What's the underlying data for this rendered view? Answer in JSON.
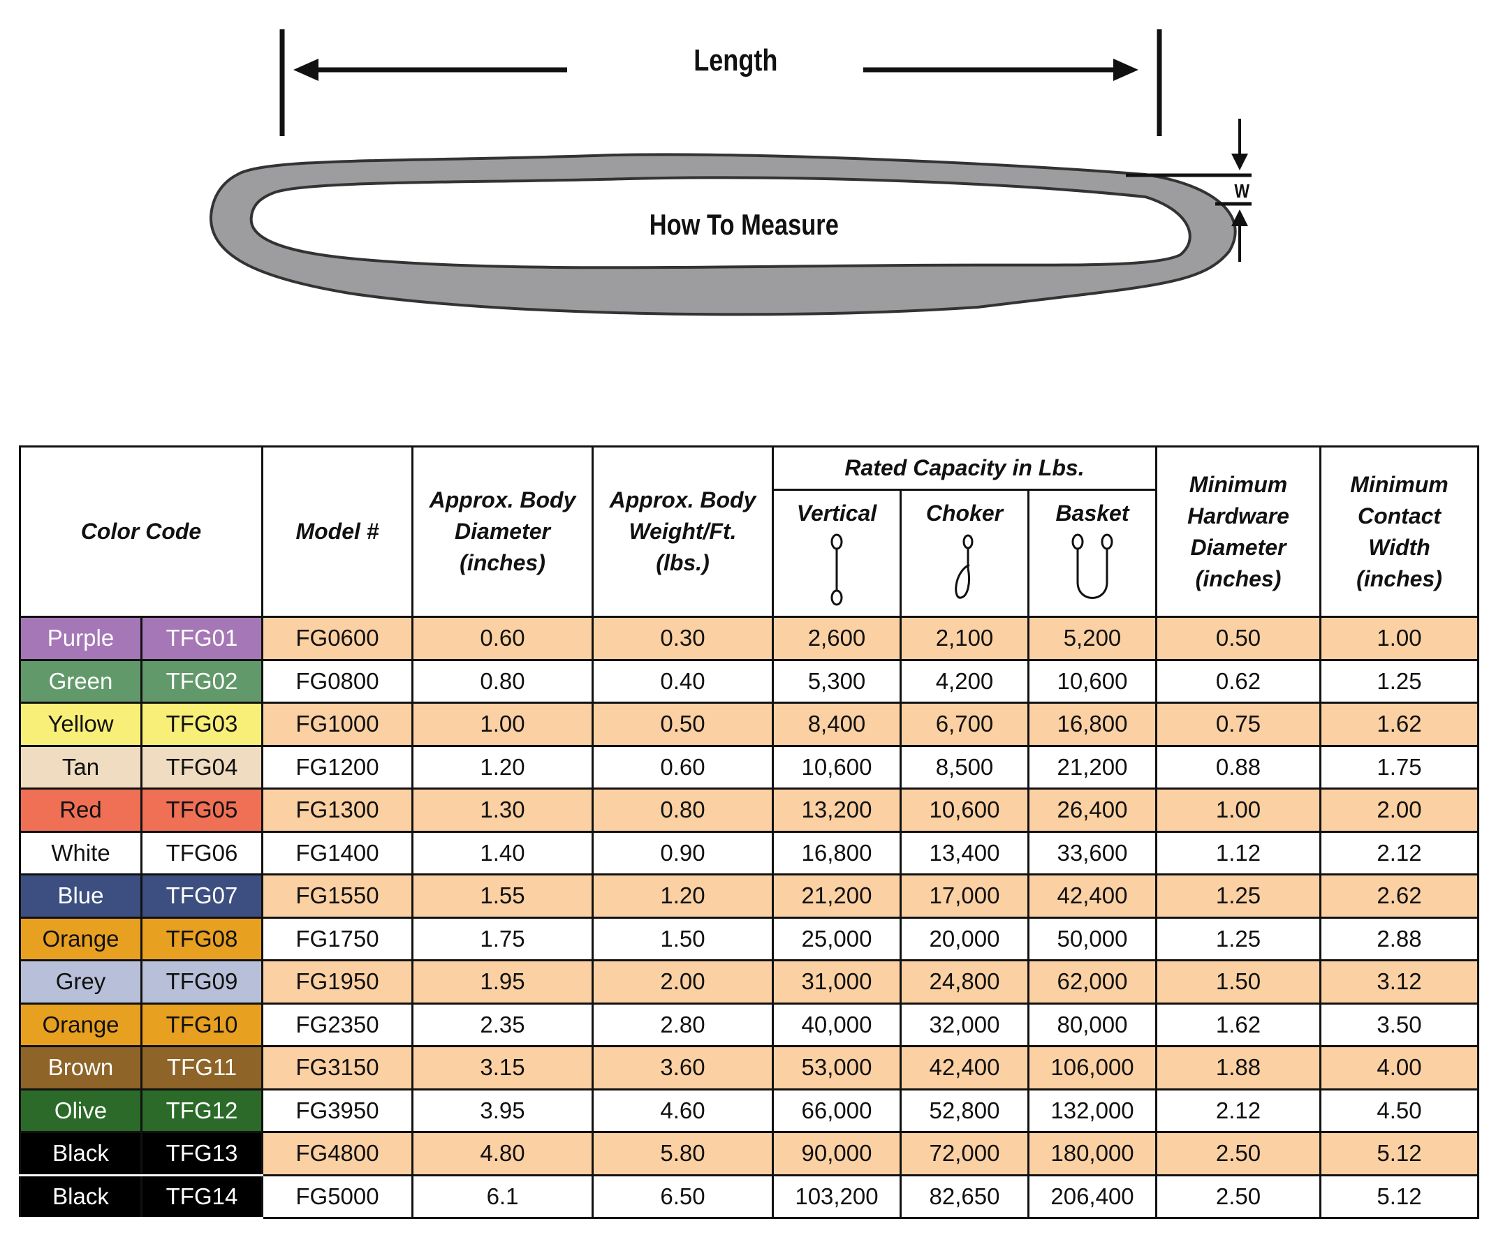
{
  "diagram": {
    "length_label": "Length",
    "title": "How To Measure",
    "width_label": "W"
  },
  "table": {
    "headers": {
      "color_code": "Color Code",
      "model": "Model #",
      "diameter": "Approx. Body Diameter (inches)",
      "weight": "Approx. Body Weight/Ft. (lbs.)",
      "rated": "Rated Capacity in Lbs.",
      "vertical": "Vertical",
      "choker": "Choker",
      "basket": "Basket",
      "hardware": "Minimum Hardware Diameter (inches)",
      "contact": "Minimum Contact Width (inches)"
    },
    "rows": [
      {
        "color": "Purple",
        "code": "TFG01",
        "hex": "#a577b6",
        "text": "#fff",
        "model": "FG0600",
        "dia": "0.60",
        "wt": "0.30",
        "v": "2,600",
        "c": "2,100",
        "b": "5,200",
        "hw": "0.50",
        "cw": "1.00"
      },
      {
        "color": "Green",
        "code": "TFG02",
        "hex": "#62996a",
        "text": "#fff",
        "model": "FG0800",
        "dia": "0.80",
        "wt": "0.40",
        "v": "5,300",
        "c": "4,200",
        "b": "10,600",
        "hw": "0.62",
        "cw": "1.25"
      },
      {
        "color": "Yellow",
        "code": "TFG03",
        "hex": "#f8ef78",
        "text": "#111",
        "model": "FG1000",
        "dia": "1.00",
        "wt": "0.50",
        "v": "8,400",
        "c": "6,700",
        "b": "16,800",
        "hw": "0.75",
        "cw": "1.62"
      },
      {
        "color": "Tan",
        "code": "TFG04",
        "hex": "#f0dcc0",
        "text": "#111",
        "model": "FG1200",
        "dia": "1.20",
        "wt": "0.60",
        "v": "10,600",
        "c": "8,500",
        "b": "21,200",
        "hw": "0.88",
        "cw": "1.75"
      },
      {
        "color": "Red",
        "code": "TFG05",
        "hex": "#f07056",
        "text": "#111",
        "model": "FG1300",
        "dia": "1.30",
        "wt": "0.80",
        "v": "13,200",
        "c": "10,600",
        "b": "26,400",
        "hw": "1.00",
        "cw": "2.00"
      },
      {
        "color": "White",
        "code": "TFG06",
        "hex": "#ffffff",
        "text": "#111",
        "model": "FG1400",
        "dia": "1.40",
        "wt": "0.90",
        "v": "16,800",
        "c": "13,400",
        "b": "33,600",
        "hw": "1.12",
        "cw": "2.12"
      },
      {
        "color": "Blue",
        "code": "TFG07",
        "hex": "#3d4f80",
        "text": "#fff",
        "model": "FG1550",
        "dia": "1.55",
        "wt": "1.20",
        "v": "21,200",
        "c": "17,000",
        "b": "42,400",
        "hw": "1.25",
        "cw": "2.62"
      },
      {
        "color": "Orange",
        "code": "TFG08",
        "hex": "#e8a020",
        "text": "#111",
        "model": "FG1750",
        "dia": "1.75",
        "wt": "1.50",
        "v": "25,000",
        "c": "20,000",
        "b": "50,000",
        "hw": "1.25",
        "cw": "2.88"
      },
      {
        "color": "Grey",
        "code": "TFG09",
        "hex": "#b8bfd8",
        "text": "#111",
        "model": "FG1950",
        "dia": "1.95",
        "wt": "2.00",
        "v": "31,000",
        "c": "24,800",
        "b": "62,000",
        "hw": "1.50",
        "cw": "3.12"
      },
      {
        "color": "Orange",
        "code": "TFG10",
        "hex": "#e8a020",
        "text": "#111",
        "model": "FG2350",
        "dia": "2.35",
        "wt": "2.80",
        "v": "40,000",
        "c": "32,000",
        "b": "80,000",
        "hw": "1.62",
        "cw": "3.50"
      },
      {
        "color": "Brown",
        "code": "TFG11",
        "hex": "#8e6428",
        "text": "#fff",
        "model": "FG3150",
        "dia": "3.15",
        "wt": "3.60",
        "v": "53,000",
        "c": "42,400",
        "b": "106,000",
        "hw": "1.88",
        "cw": "4.00"
      },
      {
        "color": "Olive",
        "code": "TFG12",
        "hex": "#2b6a28",
        "text": "#fff",
        "model": "FG3950",
        "dia": "3.95",
        "wt": "4.60",
        "v": "66,000",
        "c": "52,800",
        "b": "132,000",
        "hw": "2.12",
        "cw": "4.50"
      },
      {
        "color": "Black",
        "code": "TFG13",
        "hex": "#000000",
        "text": "#fff",
        "model": "FG4800",
        "dia": "4.80",
        "wt": "5.80",
        "v": "90,000",
        "c": "72,000",
        "b": "180,000",
        "hw": "2.50",
        "cw": "5.12"
      },
      {
        "color": "Black",
        "code": "TFG14",
        "hex": "#000000",
        "text": "#fff",
        "model": "FG5000",
        "dia": "6.1",
        "wt": "6.50",
        "v": "103,200",
        "c": "82,650",
        "b": "206,400",
        "hw": "2.50",
        "cw": "5.12"
      }
    ]
  }
}
